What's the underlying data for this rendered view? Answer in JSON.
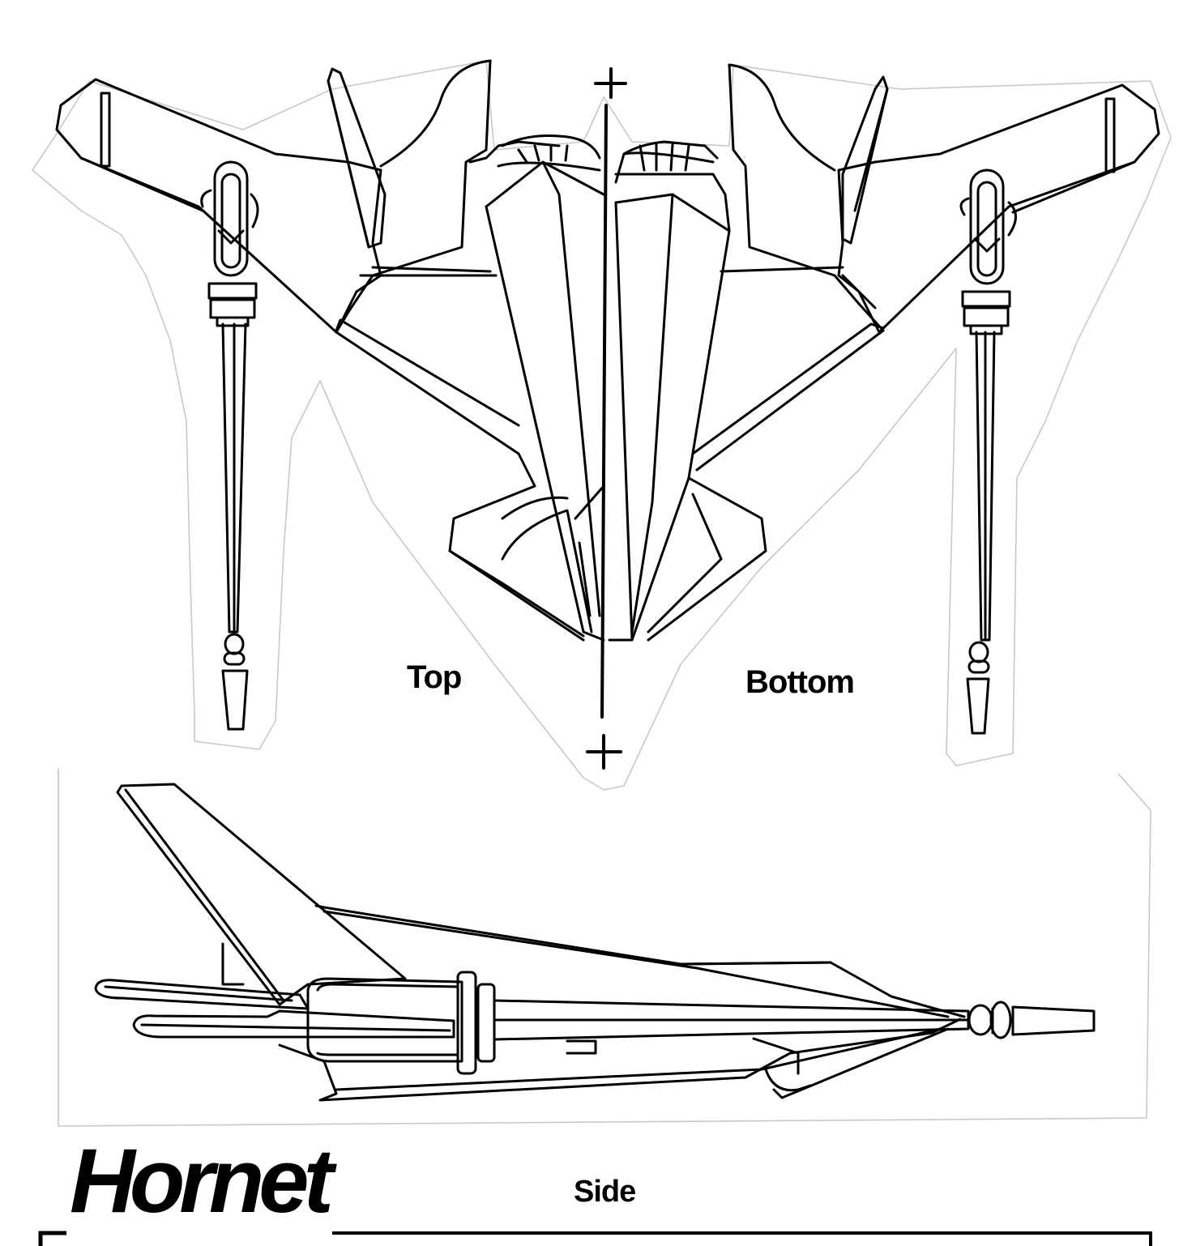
{
  "title": "Hornet",
  "views": {
    "top": "Top",
    "bottom": "Bottom",
    "side": "Side"
  },
  "colors": {
    "ink": "#000000",
    "paper": "#ffffff",
    "cut_edge": "#c8c8c8"
  }
}
